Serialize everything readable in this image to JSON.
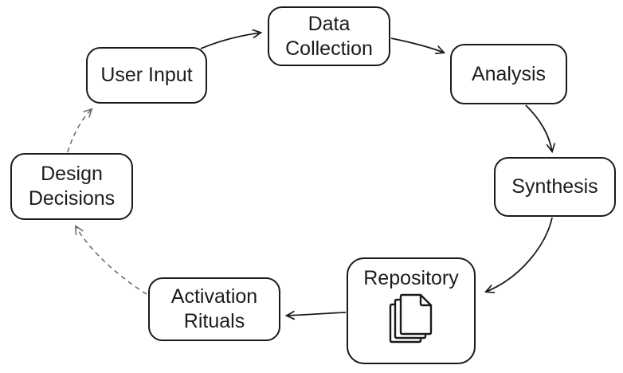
{
  "diagram": {
    "title": "research-cycle-flowchart",
    "background_color": "#ffffff",
    "node_border_color": "#1a1a1a",
    "text_color": "#1c1c1c",
    "solid_edge_color": "#1a1a1a",
    "dashed_edge_color": "#666666",
    "nodes": {
      "user_input": {
        "label": "User Input"
      },
      "data_collection": {
        "line1": "Data",
        "line2": "Collection"
      },
      "analysis": {
        "label": "Analysis"
      },
      "synthesis": {
        "label": "Synthesis"
      },
      "repository": {
        "label": "Repository",
        "icon": "documents-stack-icon"
      },
      "activation_rituals": {
        "line1": "Activation",
        "line2": "Rituals"
      },
      "design_decisions": {
        "line1": "Design",
        "line2": "Decisions"
      }
    },
    "edges": [
      {
        "from": "user_input",
        "to": "data_collection",
        "style": "solid"
      },
      {
        "from": "data_collection",
        "to": "analysis",
        "style": "solid"
      },
      {
        "from": "analysis",
        "to": "synthesis",
        "style": "solid"
      },
      {
        "from": "synthesis",
        "to": "repository",
        "style": "solid"
      },
      {
        "from": "repository",
        "to": "activation_rituals",
        "style": "solid"
      },
      {
        "from": "activation_rituals",
        "to": "design_decisions",
        "style": "dashed"
      },
      {
        "from": "design_decisions",
        "to": "user_input",
        "style": "dashed"
      }
    ]
  }
}
